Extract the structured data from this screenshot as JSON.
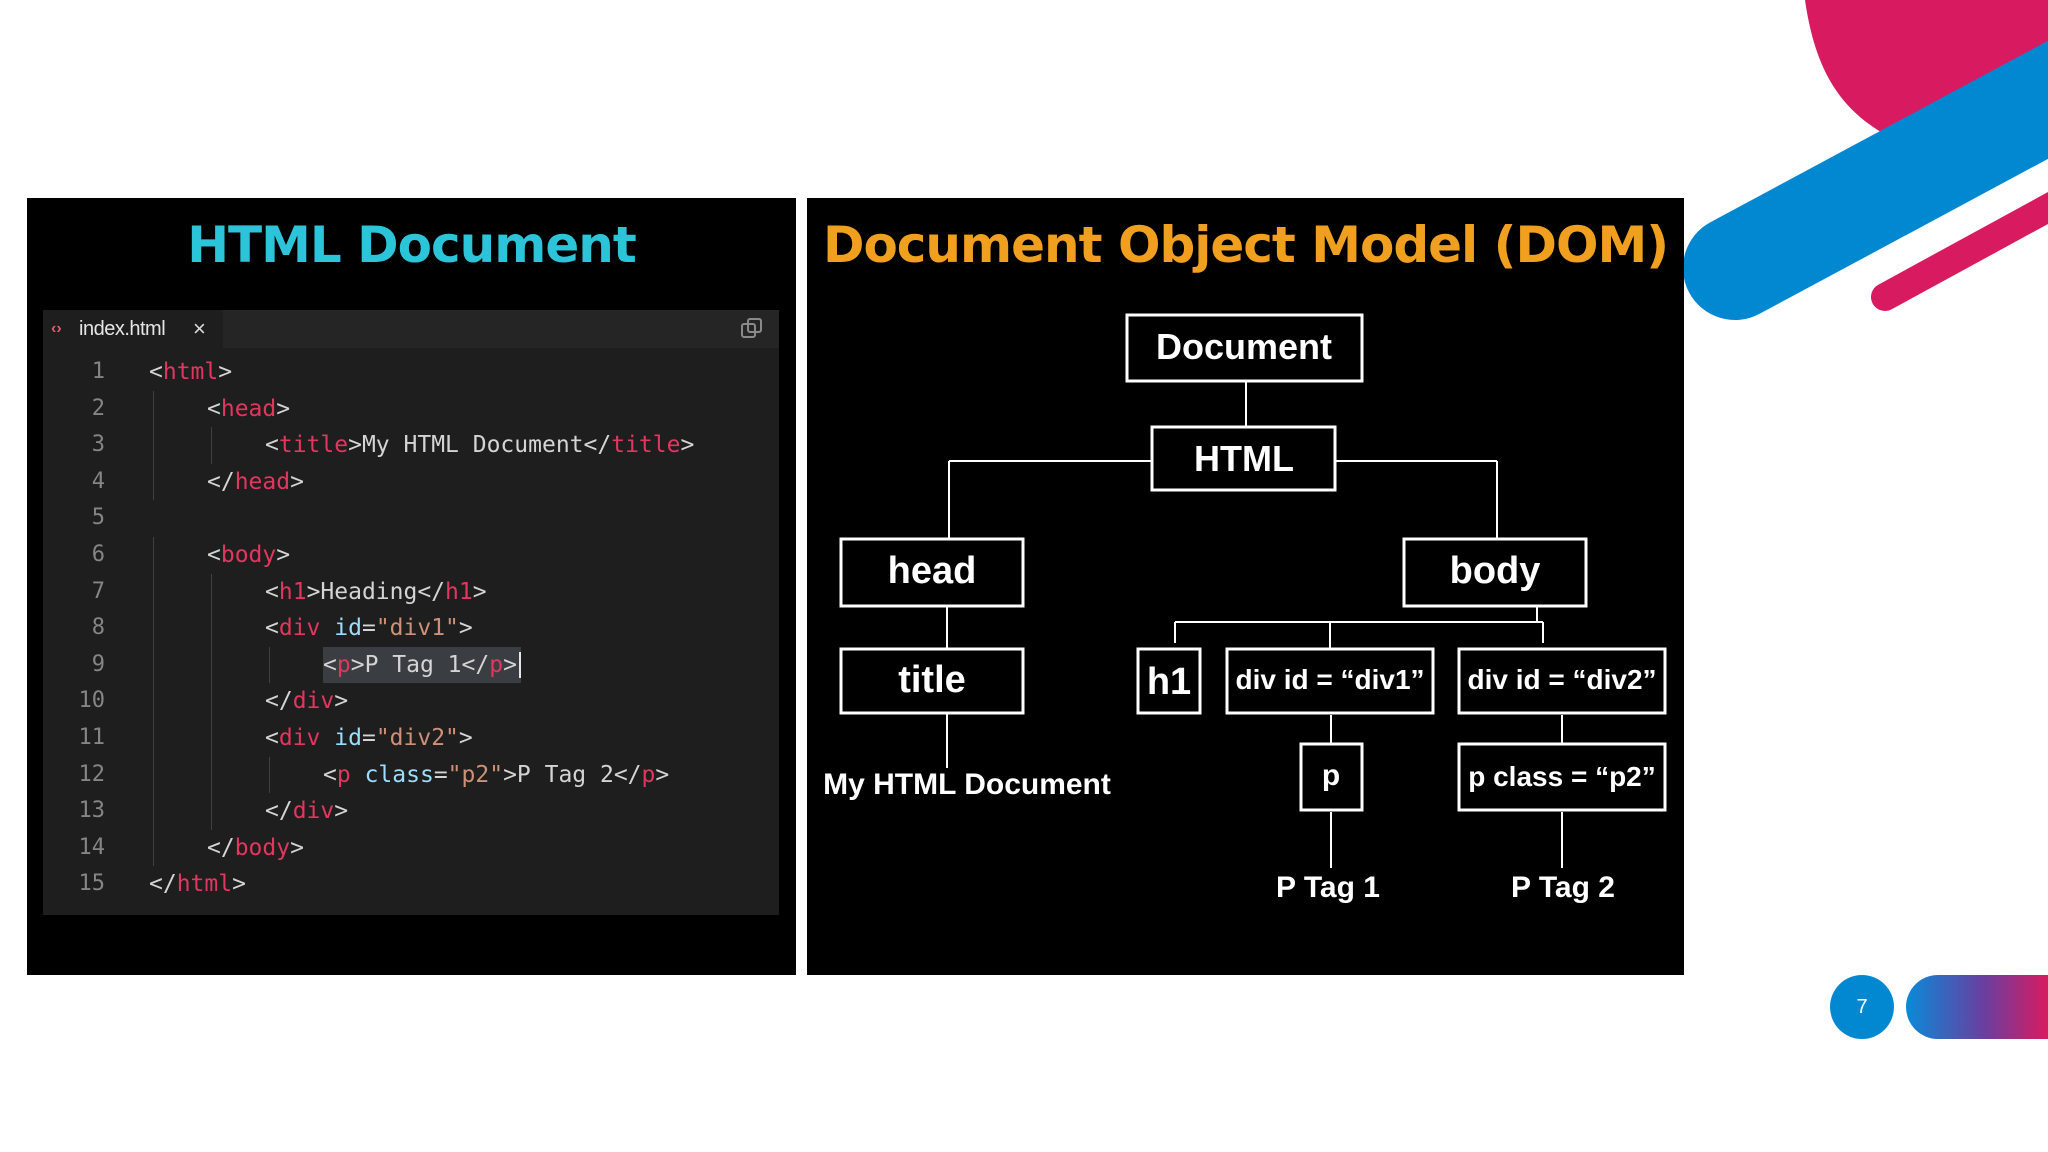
{
  "slide": {
    "page_number": "7",
    "colors": {
      "accent_blue": "#0288d1",
      "accent_pink": "#d81b60"
    }
  },
  "html_panel": {
    "title": "HTML Document",
    "title_color": "#2bc4d8",
    "tab": {
      "icon": "code-icon",
      "label": "index.html",
      "close": "×"
    },
    "toolbar_icon": "copy-icon",
    "lines": [
      {
        "num": "1",
        "indent": 0,
        "tokens": [
          [
            "p",
            "<"
          ],
          [
            "t",
            "html"
          ],
          [
            "p",
            ">"
          ]
        ]
      },
      {
        "num": "2",
        "indent": 1,
        "tokens": [
          [
            "p",
            "<"
          ],
          [
            "t",
            "head"
          ],
          [
            "p",
            ">"
          ]
        ]
      },
      {
        "num": "3",
        "indent": 2,
        "tokens": [
          [
            "p",
            "<"
          ],
          [
            "t",
            "title"
          ],
          [
            "p",
            ">My HTML Document</"
          ],
          [
            "t",
            "title"
          ],
          [
            "p",
            ">"
          ]
        ]
      },
      {
        "num": "4",
        "indent": 1,
        "tokens": [
          [
            "p",
            "</"
          ],
          [
            "t",
            "head"
          ],
          [
            "p",
            ">"
          ]
        ]
      },
      {
        "num": "5",
        "indent": 0,
        "tokens": []
      },
      {
        "num": "6",
        "indent": 1,
        "tokens": [
          [
            "p",
            "<"
          ],
          [
            "t",
            "body"
          ],
          [
            "p",
            ">"
          ]
        ]
      },
      {
        "num": "7",
        "indent": 2,
        "tokens": [
          [
            "p",
            "<"
          ],
          [
            "t",
            "h1"
          ],
          [
            "p",
            ">Heading</"
          ],
          [
            "t",
            "h1"
          ],
          [
            "p",
            ">"
          ]
        ]
      },
      {
        "num": "8",
        "indent": 2,
        "tokens": [
          [
            "p",
            "<"
          ],
          [
            "t",
            "div"
          ],
          [
            "a",
            " id"
          ],
          [
            "p",
            "="
          ],
          [
            "s",
            "\"div1\""
          ],
          [
            "p",
            ">"
          ]
        ]
      },
      {
        "num": "9",
        "indent": 3,
        "selected": true,
        "tokens": [
          [
            "p",
            "<"
          ],
          [
            "t",
            "p"
          ],
          [
            "p",
            ">P Tag 1</"
          ],
          [
            "t",
            "p"
          ],
          [
            "p",
            ">"
          ]
        ]
      },
      {
        "num": "10",
        "indent": 2,
        "tokens": [
          [
            "p",
            "</"
          ],
          [
            "t",
            "div"
          ],
          [
            "p",
            ">"
          ]
        ]
      },
      {
        "num": "11",
        "indent": 2,
        "tokens": [
          [
            "p",
            "<"
          ],
          [
            "t",
            "div"
          ],
          [
            "a",
            " id"
          ],
          [
            "p",
            "="
          ],
          [
            "s",
            "\"div2\""
          ],
          [
            "p",
            ">"
          ]
        ]
      },
      {
        "num": "12",
        "indent": 3,
        "tokens": [
          [
            "p",
            "<"
          ],
          [
            "t",
            "p"
          ],
          [
            "a",
            " class"
          ],
          [
            "p",
            "="
          ],
          [
            "s",
            "\"p2\""
          ],
          [
            "p",
            ">P Tag 2</"
          ],
          [
            "t",
            "p"
          ],
          [
            "p",
            ">"
          ]
        ]
      },
      {
        "num": "13",
        "indent": 2,
        "tokens": [
          [
            "p",
            "</"
          ],
          [
            "t",
            "div"
          ],
          [
            "p",
            ">"
          ]
        ]
      },
      {
        "num": "14",
        "indent": 1,
        "tokens": [
          [
            "p",
            "</"
          ],
          [
            "t",
            "body"
          ],
          [
            "p",
            ">"
          ]
        ]
      },
      {
        "num": "15",
        "indent": 0,
        "tokens": [
          [
            "p",
            "</"
          ],
          [
            "t",
            "html"
          ],
          [
            "p",
            ">"
          ]
        ]
      }
    ]
  },
  "dom_panel": {
    "title": "Document Object Model (DOM)",
    "title_color": "#f0a01e",
    "nodes": {
      "document": "Document",
      "html": "HTML",
      "head": "head",
      "body": "body",
      "title": "title",
      "h1": "h1",
      "div1": "div id = “div1”",
      "div2": "div id = “div2”",
      "p": "p",
      "p2": "p class = “p2”"
    },
    "text_nodes": {
      "title_text": "My HTML Document",
      "p1_text": "P Tag 1",
      "p2_text": "P Tag 2"
    }
  }
}
